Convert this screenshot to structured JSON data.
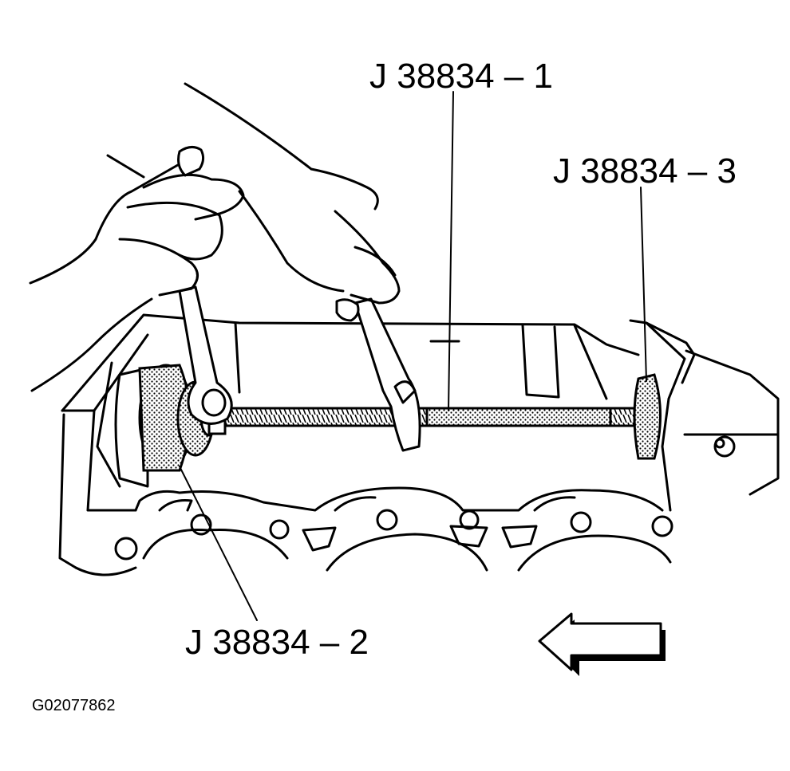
{
  "labels": {
    "tool_1": "J 38834 – 1",
    "tool_2": "J 38834 – 2",
    "tool_3": "J 38834 – 3",
    "figure_id": "G02077862"
  },
  "icons": {
    "direction_arrow": "left-arrow-icon"
  },
  "colors": {
    "ink": "#000000",
    "paper": "#ffffff"
  }
}
